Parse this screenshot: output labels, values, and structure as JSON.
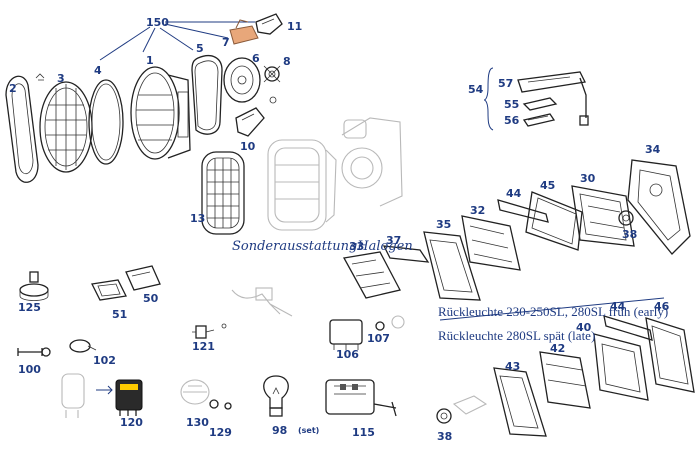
{
  "labels": {
    "n150": "150",
    "n11": "11",
    "n7": "7",
    "n5": "5",
    "n6": "6",
    "n8": "8",
    "n2": "2",
    "n3": "3",
    "n4": "4",
    "n1": "1",
    "n10": "10",
    "n13": "13",
    "n54": "54",
    "n57": "57",
    "n55": "55",
    "n56": "56",
    "n34": "34",
    "n44a": "44",
    "n45": "45",
    "n30": "30",
    "n32": "32",
    "n35": "35",
    "n38a": "38",
    "n33": "33",
    "n37": "37",
    "n125": "125",
    "n51": "51",
    "n50": "50",
    "n121": "121",
    "n106": "106",
    "n107": "107",
    "n100": "100",
    "n102": "102",
    "n120": "120",
    "n130": "130",
    "n129": "129",
    "n98": "98",
    "set": "(set)",
    "n115": "115",
    "n38b": "38",
    "n44b": "44",
    "n46": "46",
    "n40": "40",
    "n42": "42",
    "n43": "43"
  },
  "captions": {
    "halogen": "SonderausstattungHalogen",
    "early": "Rückleuchte 230-250SL, 280SL früh (early)",
    "late": "Rückleuchte 280SL spät (late)"
  },
  "colors": {
    "label": "#1f3b82",
    "line": "#222222",
    "ghost": "#b9b9b9",
    "accent_part": "#e8a77a"
  }
}
